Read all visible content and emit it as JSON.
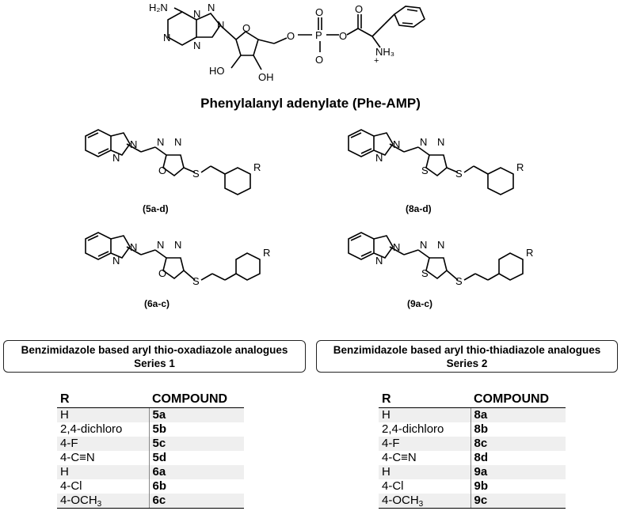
{
  "header": {
    "title": "Phenylalanyl adenylate (Phe-AMP)"
  },
  "structure_labels": {
    "phe_amp": {
      "nh2": "H₂N",
      "nh3": "NH₃",
      "plus": "+",
      "ho": "HO",
      "oh": "OH",
      "o": "O",
      "p": "P",
      "n": "N"
    },
    "cmpd_5": "(5a-d)",
    "cmpd_8": "(8a-d)",
    "cmpd_6": "(6a-c)",
    "cmpd_9": "(9a-c)",
    "atoms": {
      "n": "N",
      "o": "O",
      "s": "S",
      "r": "R"
    }
  },
  "series1": {
    "title": "Benzimidazole based aryl thio-oxadiazole analogues",
    "subtitle": "Series 1",
    "table": {
      "headers": [
        "R",
        "COMPOUND"
      ],
      "rows": [
        [
          "H",
          "5a"
        ],
        [
          "2,4-dichloro",
          "5b"
        ],
        [
          "4-F",
          "5c"
        ],
        [
          "4-C≡N",
          "5d"
        ],
        [
          "H",
          "6a"
        ],
        [
          "4-Cl",
          "6b"
        ],
        [
          "4-OCH",
          "6c"
        ]
      ]
    }
  },
  "series2": {
    "title": "Benzimidazole based aryl thio-thiadiazole analogues",
    "subtitle": "Series 2",
    "table": {
      "headers": [
        "R",
        "COMPOUND"
      ],
      "rows": [
        [
          "H",
          "8a"
        ],
        [
          "2,4-dichloro",
          "8b"
        ],
        [
          "4-F",
          "8c"
        ],
        [
          "4-C≡N",
          "8d"
        ],
        [
          "H",
          "9a"
        ],
        [
          "4-Cl",
          "9b"
        ],
        [
          "4-OCH",
          "9c"
        ]
      ]
    }
  },
  "subscript_three": "3"
}
